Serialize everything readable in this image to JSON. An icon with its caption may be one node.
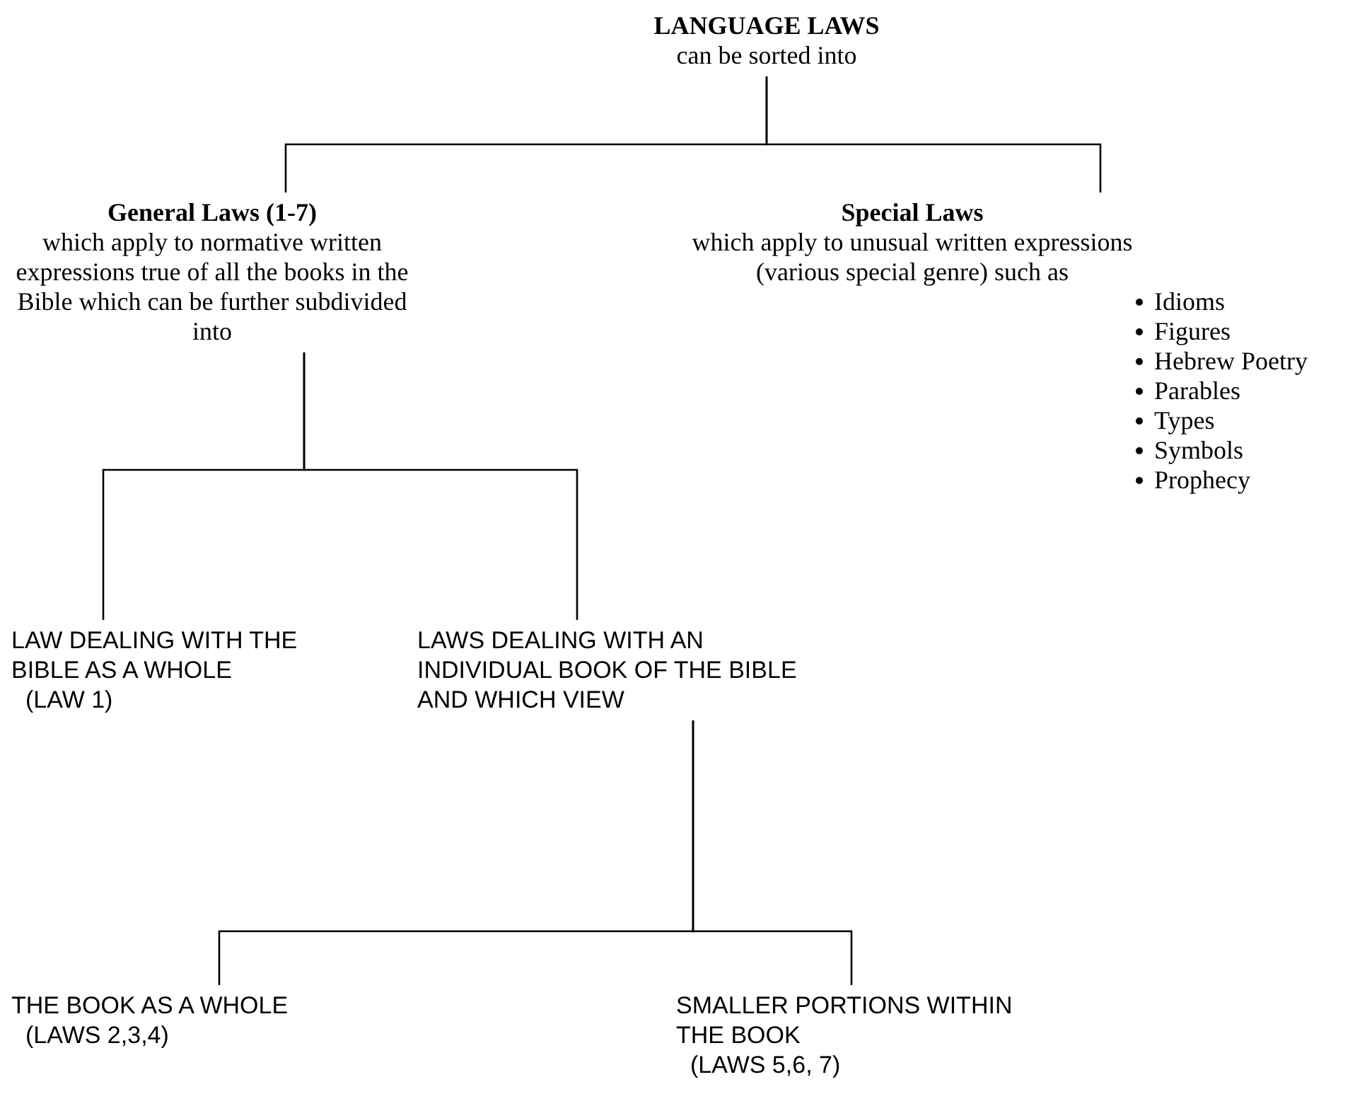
{
  "diagram": {
    "nodes": [
      {
        "text": [
          "LANGUAGE LAWS",
          "can be sorted into"
        ]
      },
      {
        "text": [
          "**General Laws** (1-7)",
          "which apply to normative written expressions true of all the books in the Bible which can be further subdivided into"
        ]
      },
      {
        "text": [
          "Special Laws",
          "which apply to unusual written expressions (various special genre) such as",
          "Idioms",
          "Figures",
          "Hebrew Poetry",
          "Parables",
          "Types",
          "Symbols",
          "Prophecy"
        ]
      },
      {
        "text": [
          "LAW DEALING WITH THE BIBLE AS A WHOLE",
          "(LAW 1)"
        ]
      },
      {
        "text": [
          "LAWS DEALING WITH AN INDIVIDUAL BOOK OF THE BIBLE AND WHICH VIEW"
        ]
      },
      {
        "text": [
          "THE BOOK AS A WHOLE",
          "(LAWS 2,3,4)"
        ]
      },
      {
        "text": [
          "SMALLER PORTIONS WITHIN THE BOOK",
          "(LAWS 5,6, 7)"
        ]
      }
    ],
    "edges": [
      {
        "from": 0,
        "to": 1,
        "arrow": "none"
      },
      {
        "from": 0,
        "to": 2,
        "arrow": "none"
      },
      {
        "from": 1,
        "to": 3,
        "arrow": "none"
      },
      {
        "from": 1,
        "to": 4,
        "arrow": "none"
      },
      {
        "from": 4,
        "to": 5,
        "arrow": "none"
      },
      {
        "from": 4,
        "to": 6,
        "arrow": "none"
      }
    ]
  }
}
